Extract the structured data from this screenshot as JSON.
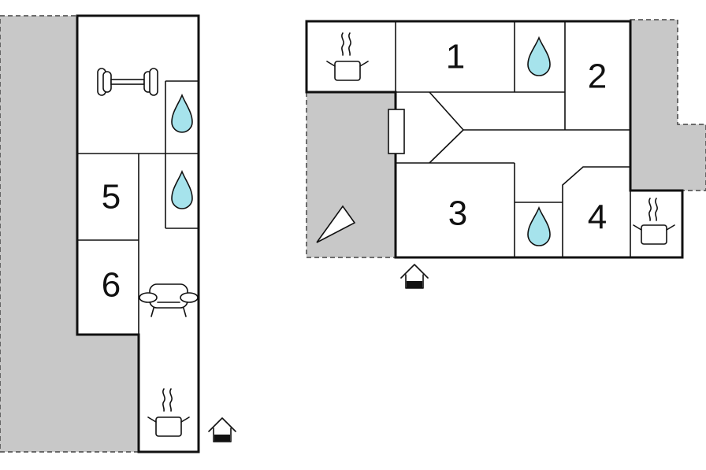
{
  "rooms": [
    {
      "id": "1",
      "label": "1"
    },
    {
      "id": "2",
      "label": "2"
    },
    {
      "id": "3",
      "label": "3"
    },
    {
      "id": "4",
      "label": "4"
    },
    {
      "id": "5",
      "label": "5"
    },
    {
      "id": "6",
      "label": "6"
    }
  ],
  "colors": {
    "terrace": "#c8c8c8",
    "water": "#a6e3ec",
    "wall": "#111111"
  },
  "icons": [
    "bathroom-drop-icon",
    "kitchen-pot-icon",
    "fitness-dumbbell-icon",
    "sofa-icon",
    "entrance-icon",
    "fireplace-icon",
    "sunbed-icon"
  ]
}
